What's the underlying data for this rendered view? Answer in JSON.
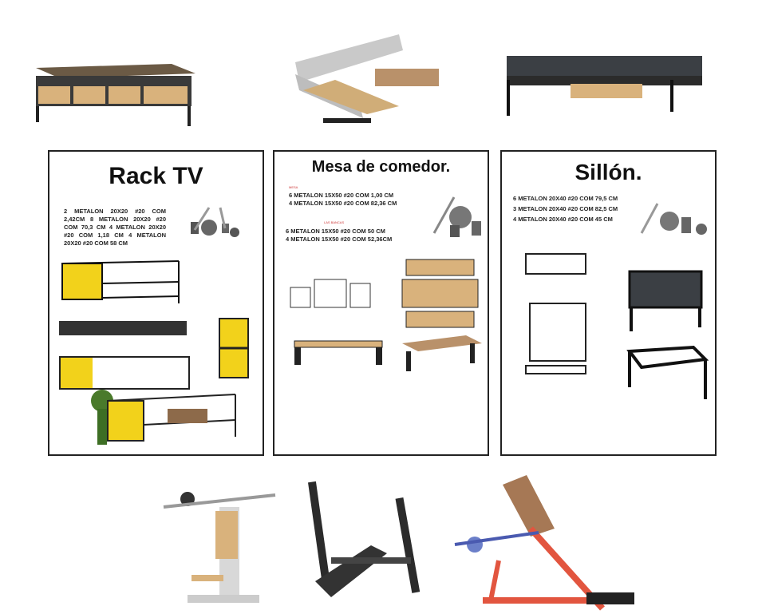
{
  "panels": [
    {
      "title": "Rack TV",
      "spec": "2 METALON 20X20 #20 COM 2,42CM 8 METALON 20X20 #20 COM 70,3 CM 4 METALON 20X20 #20 COM 1,18 CM 4 METALON 20X20 #20 COM 58 CM"
    },
    {
      "title": "Mesa de comedor.",
      "label_mesa": "MESA",
      "spec_mesa": [
        "6 METALON 15X50 #20 COM 1,00 CM",
        "4 METALON 15X50 #20 COM 82,36 CM"
      ],
      "label_bancas": "LAS BANCAS",
      "spec_bancas": [
        "6 METALON 15X50 #20 COM 50 CM",
        "4 METALON 15X50 #20 COM 52,36CM"
      ]
    },
    {
      "title": "Sillón.",
      "spec": [
        "6 METALON 20X40 #20 COM 79,5 CM",
        "3 METALON 20X40 #20 COM 82,5 CM",
        "4 METALON 20X40 #20 COM 45 CM"
      ]
    }
  ],
  "colors": {
    "wood": "#d9b27c",
    "metal": "#2b2b2b",
    "yellow": "#f2d21b",
    "cushion": "#c9c9c9",
    "red": "#e2553f"
  }
}
